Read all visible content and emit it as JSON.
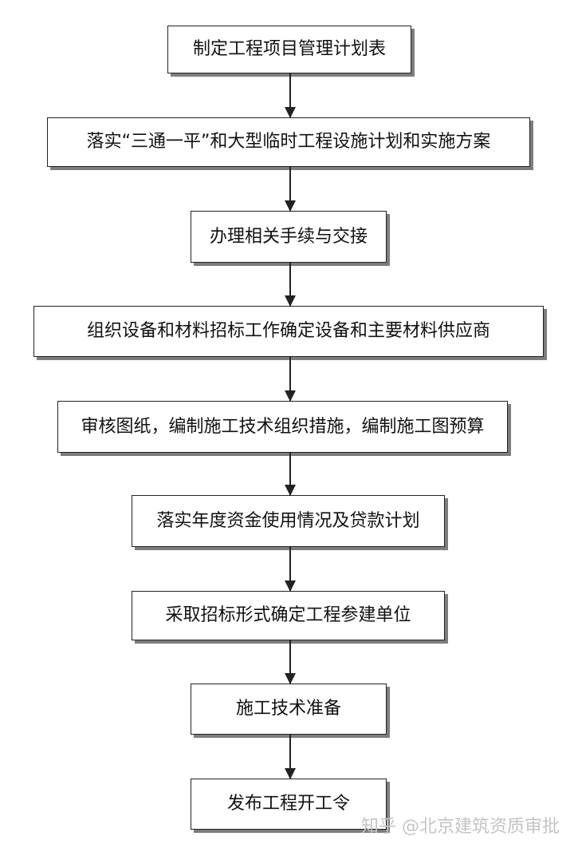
{
  "steps": [
    "制定工程项目管理计划表",
    "落实“三通一平”和大型临时工程设施计划和实施方案",
    "办理相关手续与交接",
    "组织设备和材料招标工作确定设备和主要材料供应商",
    "审核图纸，编制施工技术组织措施，编制施工图预算",
    "落实年度资金使用情况及贷款计划",
    "采取招标形式确定工程参建单位",
    "施工技术准备",
    "发布工程开工令"
  ],
  "watermark": "知乎 @北京建筑资质审批",
  "colors": {
    "border": "#222222",
    "shadow": "#7d7d7d",
    "text": "#111111",
    "watermark": "#c4c4c4"
  }
}
